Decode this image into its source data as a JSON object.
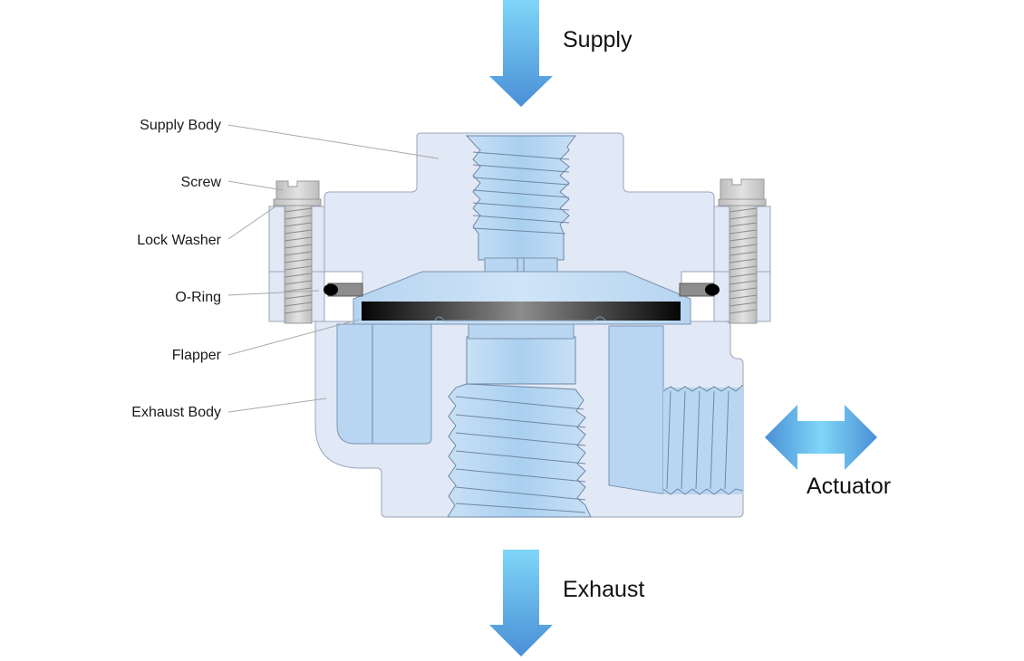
{
  "diagram": {
    "title": "Flapper valve cross-section",
    "flow_labels": {
      "supply": "Supply",
      "exhaust": "Exhaust",
      "actuator": "Actuator"
    },
    "part_labels": [
      {
        "id": "supply-body",
        "text": "Supply Body"
      },
      {
        "id": "screw",
        "text": "Screw"
      },
      {
        "id": "lock-washer",
        "text": "Lock Washer"
      },
      {
        "id": "o-ring",
        "text": "O-Ring"
      },
      {
        "id": "flapper",
        "text": "Flapper"
      },
      {
        "id": "exhaust-body",
        "text": "Exhaust Body"
      }
    ],
    "colors": {
      "body": "#e1e8f6",
      "bore": "#b8d6f1",
      "arrow_light": "#7dd3f7",
      "arrow_dark": "#4a90d6",
      "flapper_dark": "#0a0a0a",
      "flapper_light": "#8a8a8a",
      "o_ring": "#000000",
      "screw": "#cfcfcf"
    }
  }
}
